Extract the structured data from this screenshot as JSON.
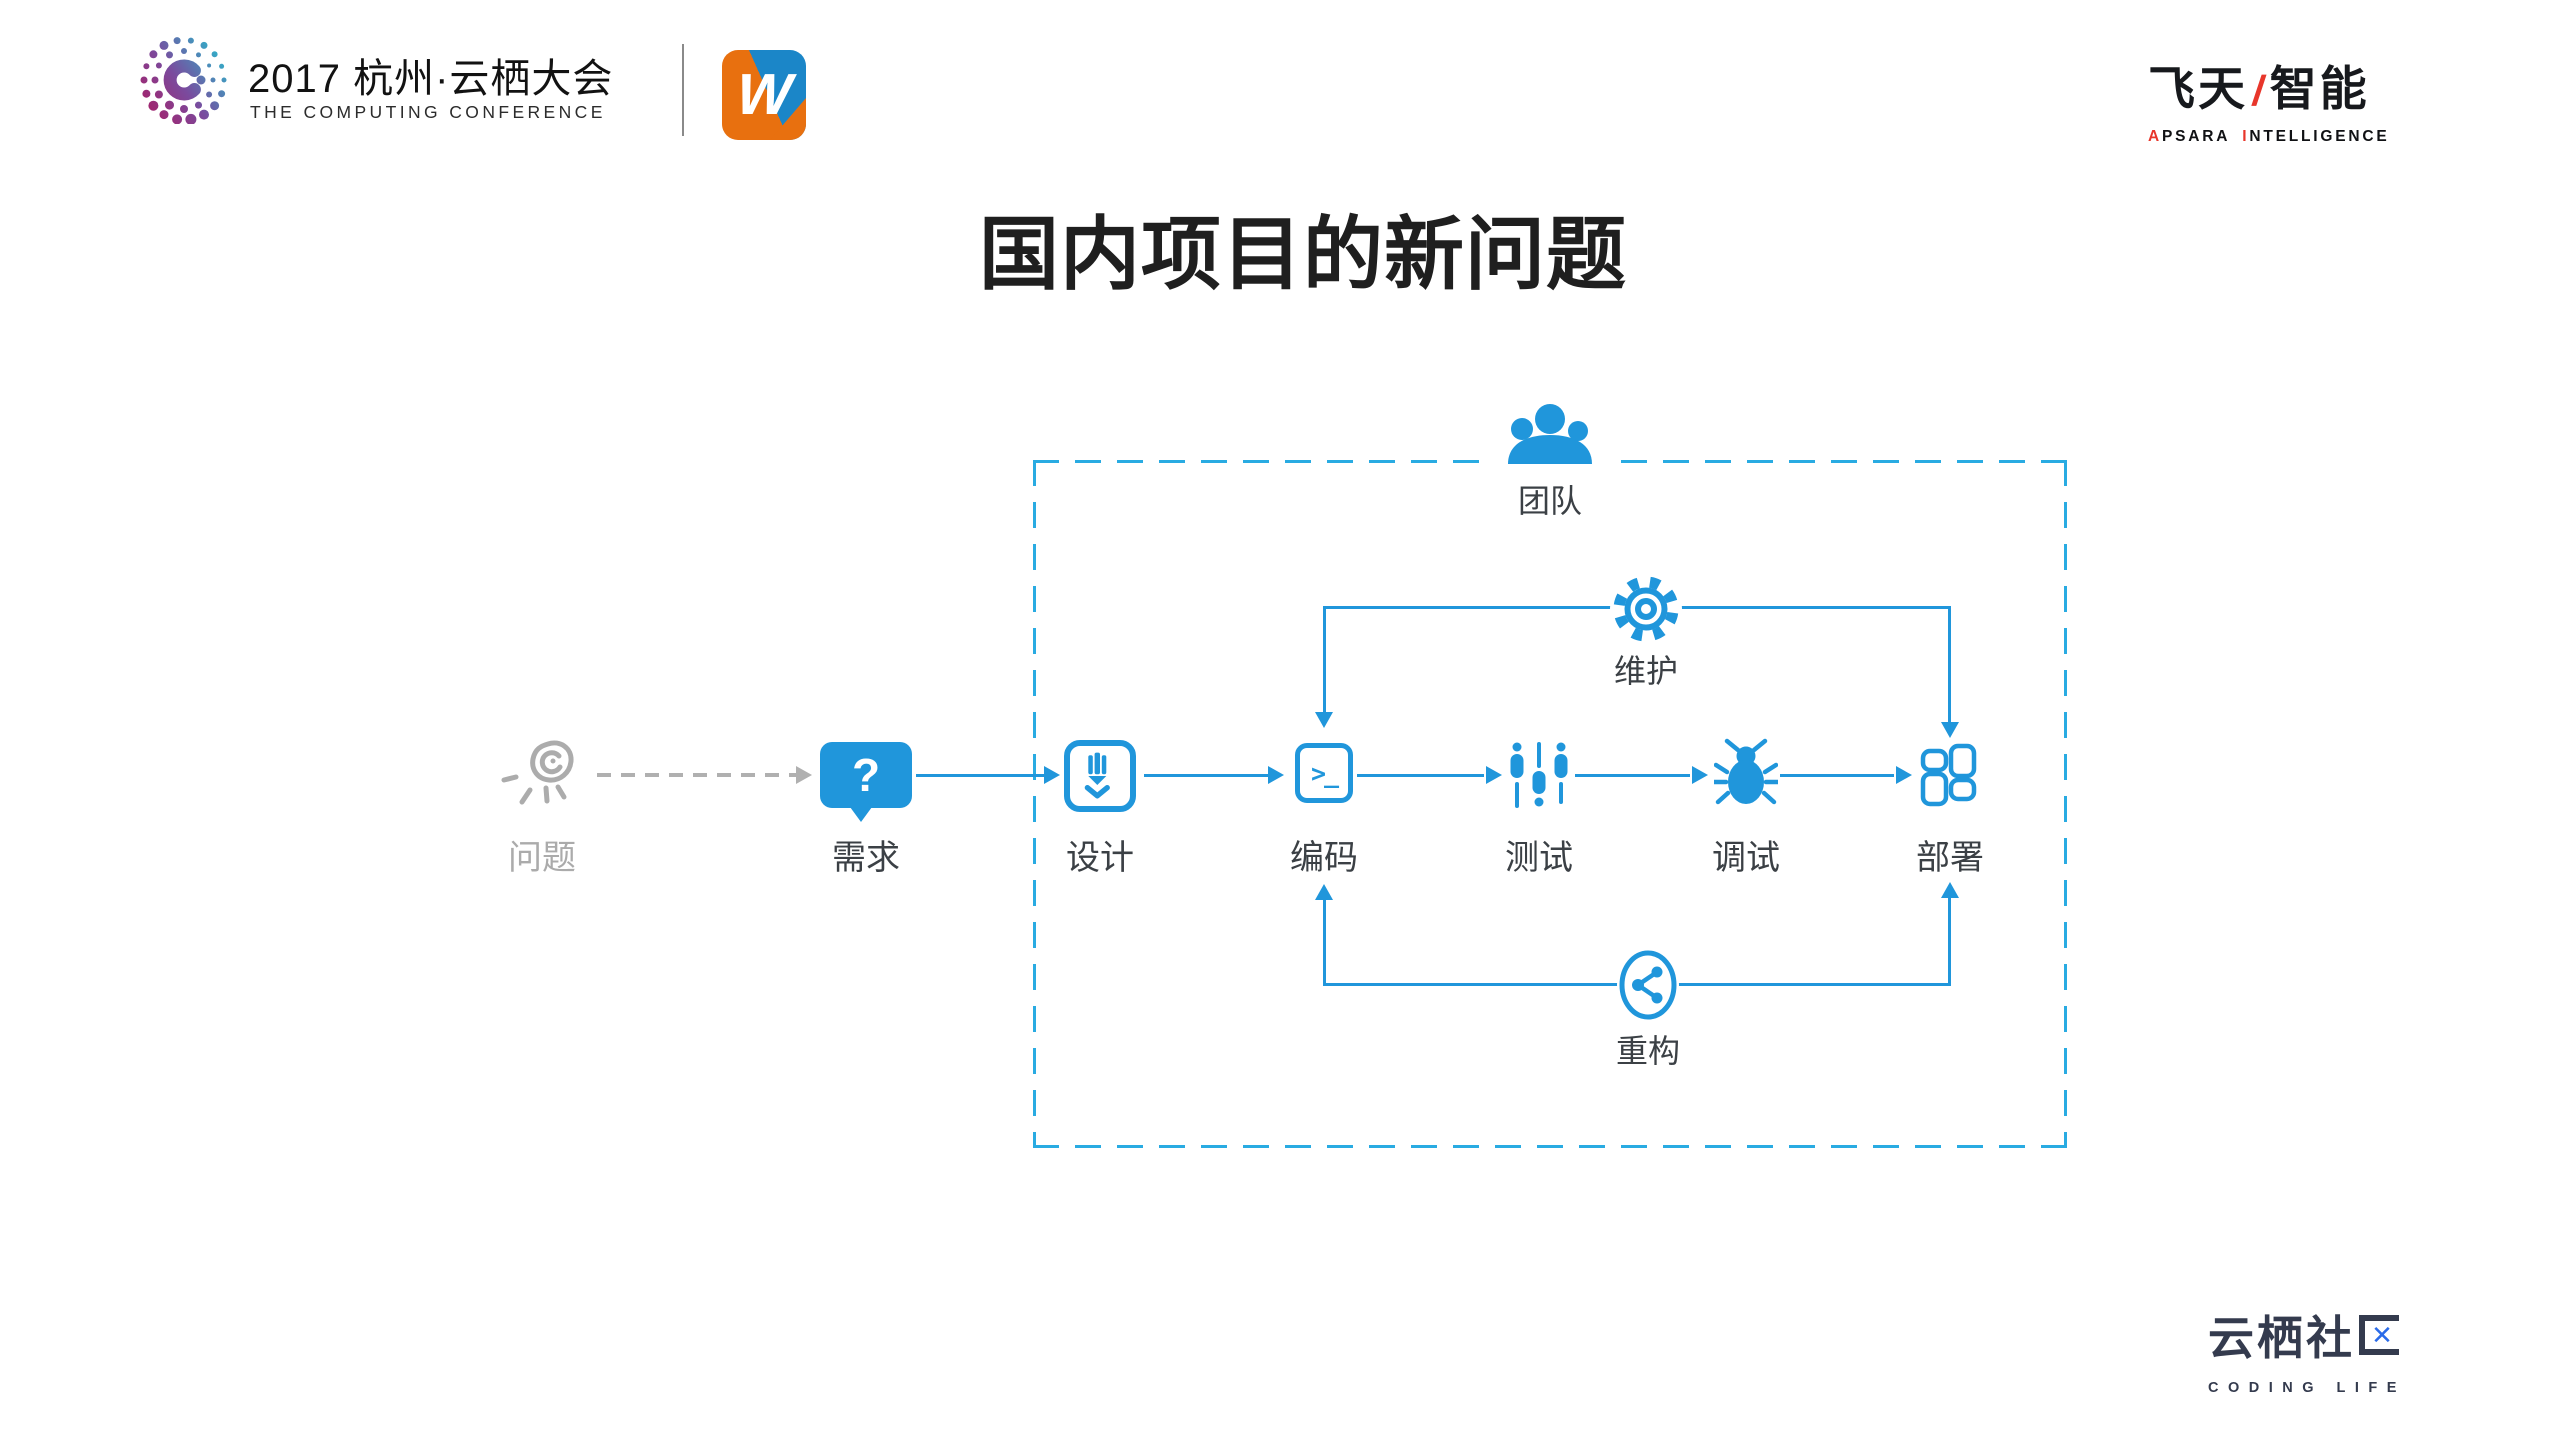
{
  "slide": {
    "title": "国内项目的新问题"
  },
  "header": {
    "conference": {
      "title": "2017 杭州·云栖大会",
      "subtitle": "THE COMPUTING CONFERENCE",
      "badge_letter": "W"
    },
    "apsara": {
      "cn_left": "飞天",
      "slash": "/",
      "cn_right": "智能",
      "en_first_letter_1": "A",
      "en_rest_1": "PSARA",
      "en_first_letter_2": "I",
      "en_rest_2": "NTELLIGENCE"
    }
  },
  "diagram": {
    "nodes": {
      "problem": {
        "label": "问题"
      },
      "requirement": {
        "label": "需求",
        "glyph": "?"
      },
      "design": {
        "label": "设计"
      },
      "coding": {
        "label": "编码",
        "glyph": ">_"
      },
      "testing": {
        "label": "测试"
      },
      "debugging": {
        "label": "调试"
      },
      "deployment": {
        "label": "部署"
      },
      "team": {
        "label": "团队"
      },
      "maintenance": {
        "label": "维护"
      },
      "refactoring": {
        "label": "重构"
      }
    },
    "colors": {
      "primary_blue": "#2096DB",
      "dashed_border_blue": "#29ABE2",
      "inactive_gray": "#ACACAC",
      "label_dark": "#3B4045"
    }
  },
  "footer": {
    "community_prefix": "云栖社",
    "community_x_glyph": "✕",
    "tagline": "CODING LIFE"
  }
}
